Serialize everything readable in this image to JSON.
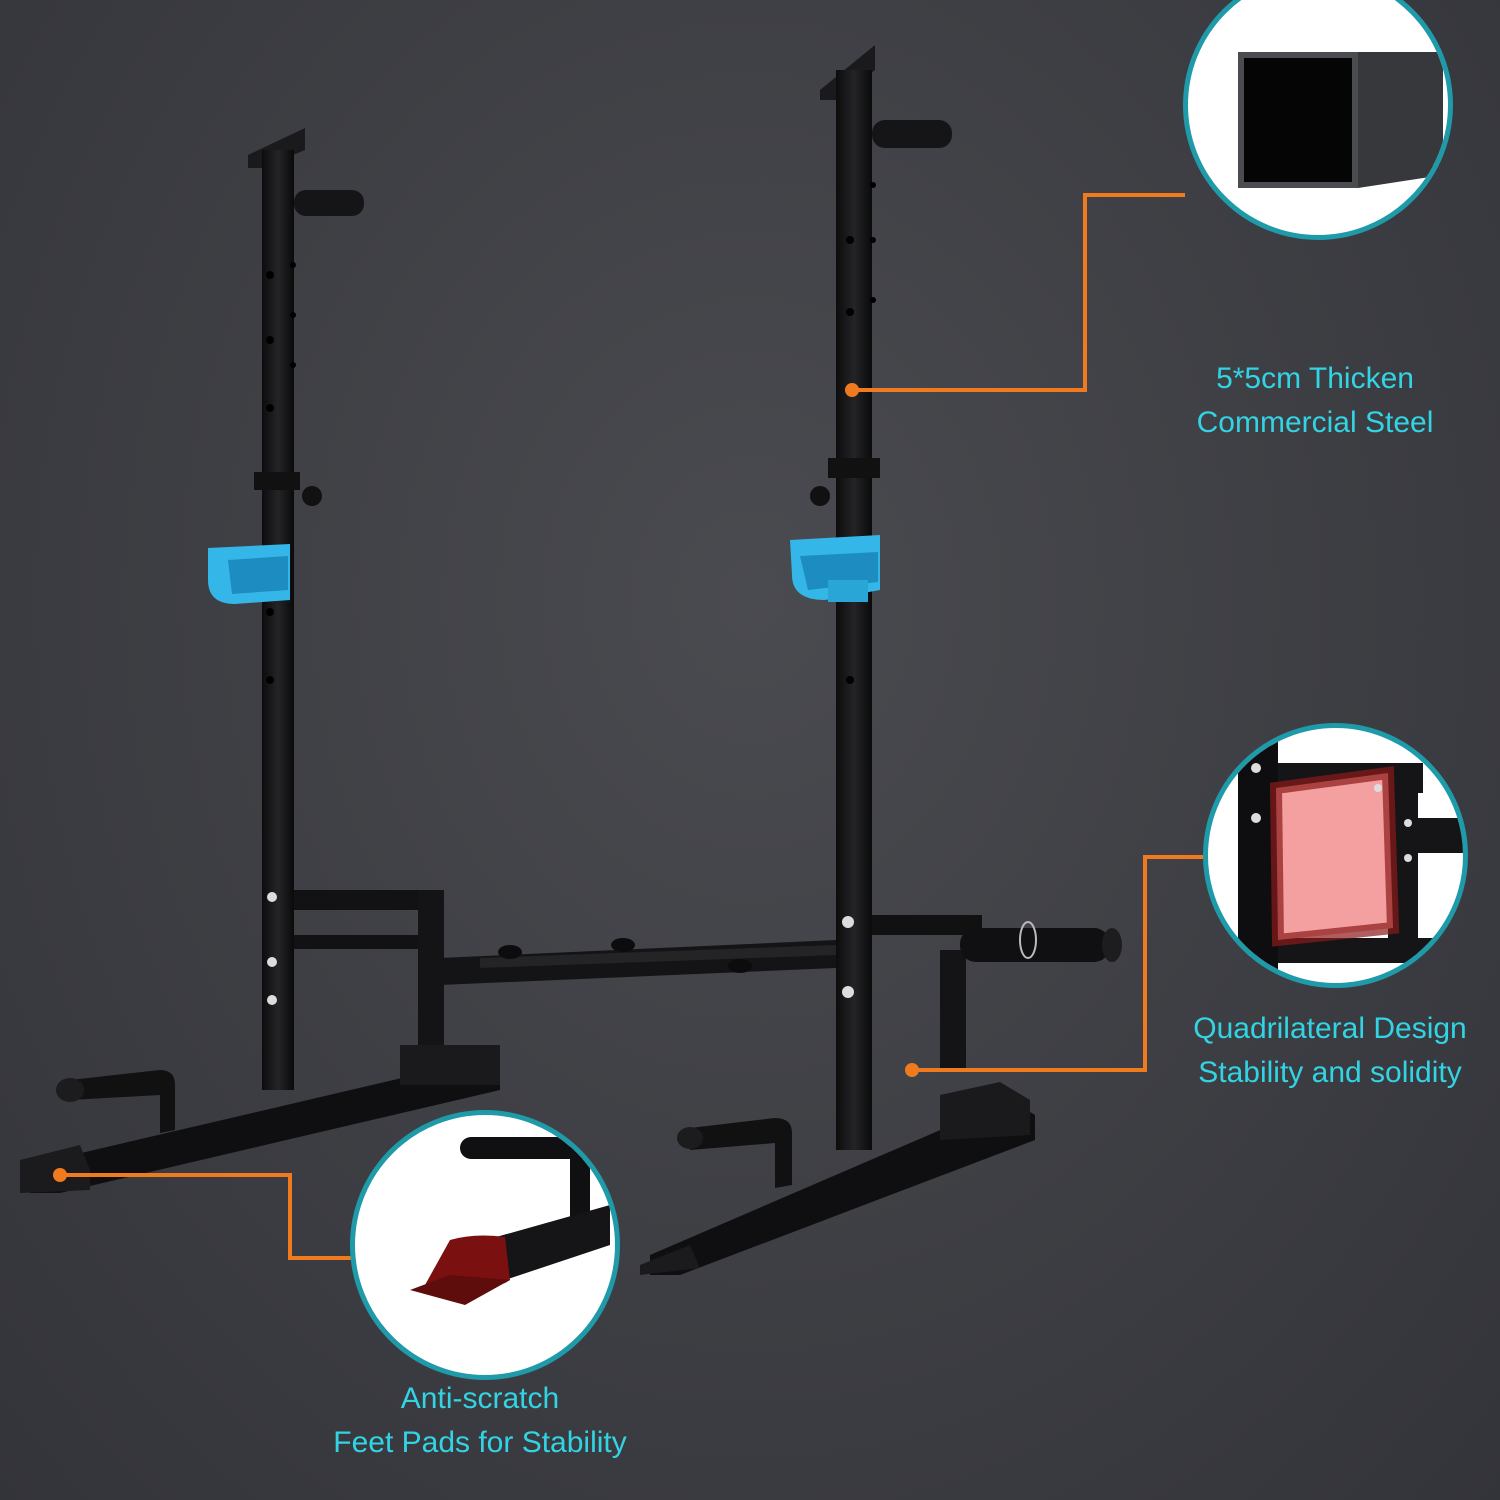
{
  "image": {
    "subject": "Adjustable squat rack with dip bars and weight plate holders",
    "background_color": "#3e3f44",
    "accent_colors": {
      "callout_text": "#32d4e4",
      "callout_border": "#1f9aa8",
      "leader_line": "#f07a1e",
      "j_hook": "#35b6e8",
      "highlight_red": "#8b1a1a"
    }
  },
  "callouts": [
    {
      "id": "steel",
      "line1": "5*5cm Thicken",
      "line2": "Commercial Steel",
      "detail": "square-steel-tube"
    },
    {
      "id": "quadrilateral",
      "line1": "Quadrilateral Design",
      "line2": "Stability and solidity",
      "detail": "quadrilateral-frame"
    },
    {
      "id": "feet",
      "line1": "Anti-scratch",
      "line2": "Feet Pads for Stability",
      "detail": "foot-pad"
    }
  ]
}
